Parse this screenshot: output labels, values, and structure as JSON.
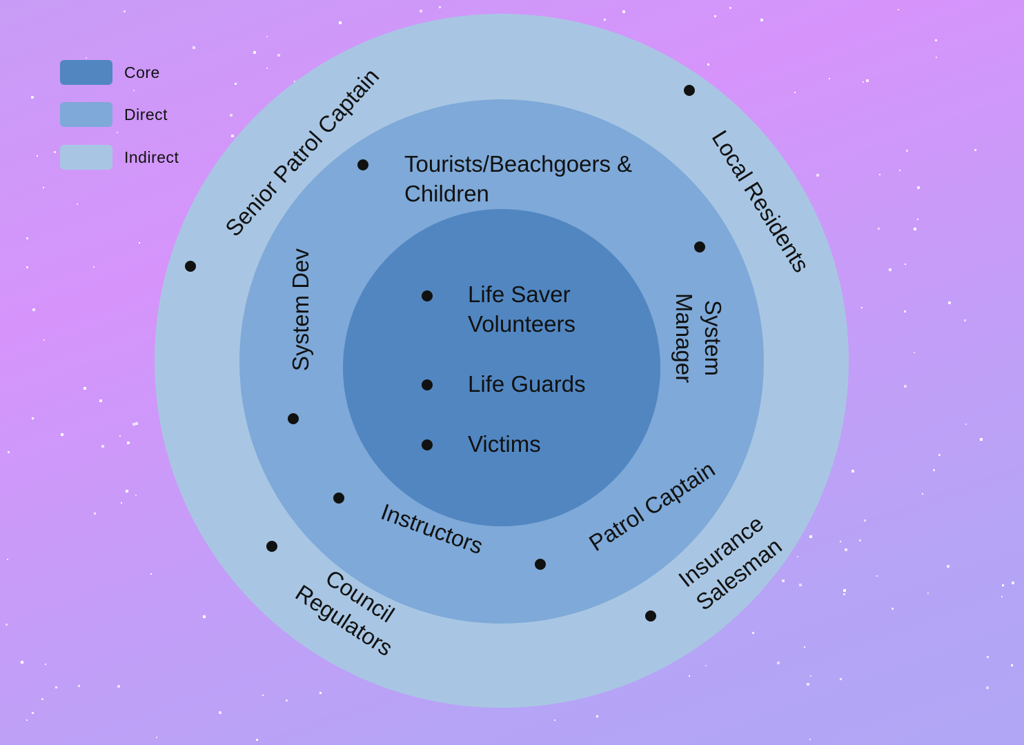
{
  "legend": [
    {
      "label": "Core",
      "color": "#5186c1"
    },
    {
      "label": "Direct",
      "color": "#7ea9d8"
    },
    {
      "label": "Indirect",
      "color": "#a8c6e3"
    }
  ],
  "core": {
    "life_saver_line1": "Life Saver",
    "life_saver_line2": "Volunteers",
    "life_guards": "Life Guards",
    "victims": "Victims"
  },
  "direct": {
    "tourists_line1": "Tourists/Beachgoers &",
    "tourists_line2": "Children",
    "system_dev": "System Dev",
    "system_manager_line1": "System",
    "system_manager_line2": "Manager",
    "instructors": "Instructors",
    "patrol_captain": "Patrol Captain"
  },
  "indirect": {
    "senior_patrol_captain": "Senior Patrol Captain",
    "local_residents": "Local Residents",
    "council_line1": "Council",
    "council_line2": "Regulators",
    "insurance_line1": "Insurance",
    "insurance_line2": "Salesman"
  }
}
